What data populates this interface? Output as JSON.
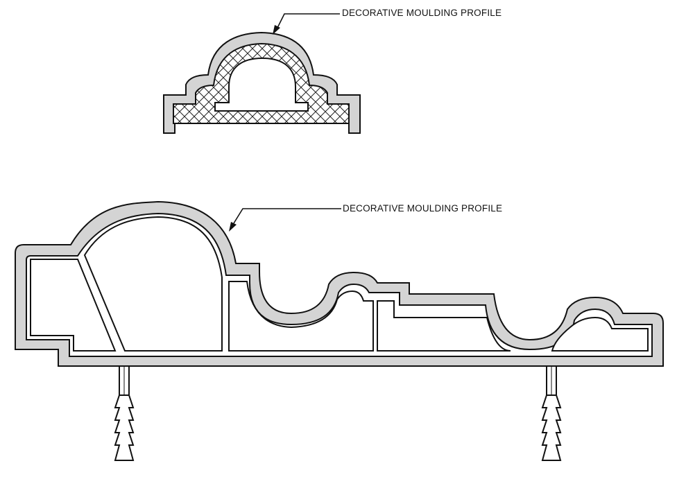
{
  "callouts": {
    "top_label": "DECORATIVE MOULDING PROFILE",
    "bottom_label": "DECORATIVE MOULDING PROFILE"
  },
  "colors": {
    "line": "#111111",
    "shell_fill": "#d4d4d4",
    "background": "#ffffff"
  },
  "figures": [
    {
      "name": "small-moulding-profile",
      "fill_pattern": "crosshatch"
    },
    {
      "name": "large-moulding-profile",
      "fill_pattern": "hollow-chambers",
      "anchors": 2
    }
  ]
}
